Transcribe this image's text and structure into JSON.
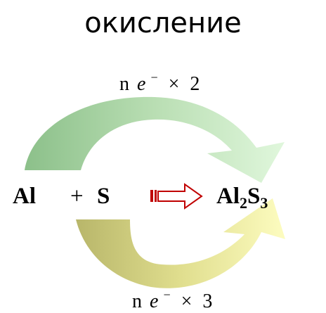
{
  "title": "окисление",
  "top_label": {
    "n": "n",
    "e": "e",
    "sup": "−",
    "mult": "×",
    "factor": "2"
  },
  "bottom_label": {
    "n": "n",
    "e": "e",
    "sup": "−",
    "mult": "×",
    "factor": "3"
  },
  "reactant_1": "Al",
  "plus": "+",
  "reactant_2": "S",
  "product": {
    "el1": "Al",
    "sub1": "2",
    "el2": "S",
    "sub2": "3"
  },
  "colors": {
    "top_arrow_dark": "#8cc08a",
    "top_arrow_light": "#e0f7dc",
    "bottom_arrow_dark": "#b8b66a",
    "bottom_arrow_light": "#fdfcc0",
    "reaction_arrow": "#c00000"
  }
}
